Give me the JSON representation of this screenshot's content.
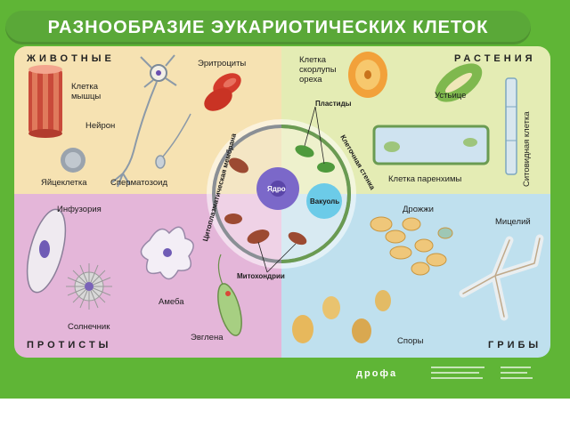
{
  "title": "РАЗНООБРАЗИЕ ЭУКАРИОТИЧЕСКИХ КЛЕТОК",
  "groups": {
    "animals": "ЖИВОТНЫЕ",
    "plants": "РАСТЕНИЯ",
    "protists": "ПРОТИСТЫ",
    "fungi": "ГРИБЫ"
  },
  "labels": {
    "muscle": "Клетка\nмышцы",
    "neuron": "Нейрон",
    "erythrocytes": "Эритроциты",
    "egg": "Яйцеклетка",
    "sperm": "Сперматозоид",
    "nutshell": "Клетка\nскорлупы\nореха",
    "stomata": "Устьице",
    "sieve": "Ситовидная клетка",
    "parenchyma": "Клетка паренхимы",
    "infusoria": "Инфузория",
    "amoeba": "Амеба",
    "heliozoa": "Солнечник",
    "euglena": "Эвглена",
    "yeast": "Дрожжи",
    "mycelium": "Мицелий",
    "spores": "Споры",
    "plastids": "Пластиды",
    "nucleus": "Ядро",
    "vacuole": "Вакуоль",
    "mitochondria": "Митохондрии",
    "membrane": "Цитоплазматическая мембрана",
    "cell_wall": "Клеточная стенка"
  },
  "publisher": "дрофа",
  "colors": {
    "frame": "#5fb536",
    "animals": "#f6e2b2",
    "plants": "#e4ecb4",
    "protists": "#e4b6d9",
    "fungi": "#bfe0ee"
  }
}
